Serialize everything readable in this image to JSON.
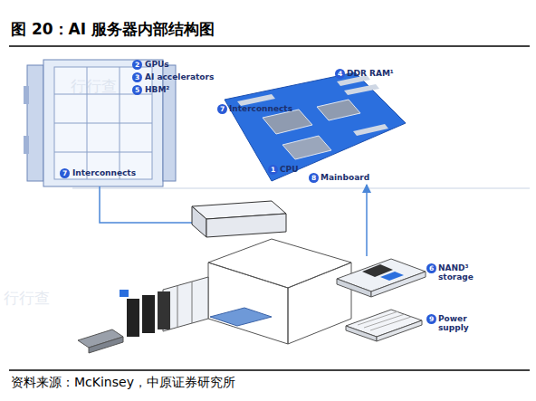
{
  "diagram": {
    "title": "图 20：AI 服务器内部结构图",
    "caption": "资料来源：McKinsey，中原证券研究所",
    "nodes": [
      {
        "text": [
          "GPUs",
          "AI accelerators",
          "HBM²",
          "Interconnects"
        ]
      },
      {
        "text": [
          "DDR RAM¹",
          "Interconnects",
          "CPU",
          "Mainboard"
        ]
      },
      {
        "text": [
          "NAND³ storage"
        ]
      },
      {
        "text": [
          "Power supply"
        ]
      }
    ],
    "edges": [
      {
        "from": 2,
        "to": 1,
        "arrow": "to"
      }
    ],
    "labels": [
      "2",
      "3",
      "5",
      "7",
      "4",
      "7",
      "1",
      "8",
      "6",
      "9",
      "行行查",
      "行行查"
    ]
  }
}
